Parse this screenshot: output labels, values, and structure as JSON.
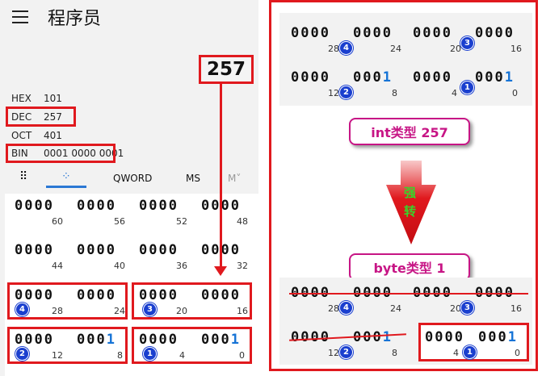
{
  "app": {
    "title": "程序员",
    "menu_icon": "hamburger-icon"
  },
  "display": {
    "value": "257"
  },
  "radix": [
    {
      "label": "HEX",
      "value": "101"
    },
    {
      "label": "DEC",
      "value": "257"
    },
    {
      "label": "OCT",
      "value": "401"
    },
    {
      "label": "BIN",
      "value": "0001 0000 0001"
    }
  ],
  "tabs": [
    {
      "icon": "keypad-icon"
    },
    {
      "icon": "bit-toggle-icon"
    },
    {
      "label": "QWORD"
    },
    {
      "label": "MS"
    },
    {
      "label": "M˅"
    }
  ],
  "bits": {
    "row1": {
      "nibbles": [
        "0000",
        "0000",
        "0000",
        "0000"
      ],
      "positions": [
        "60",
        "56",
        "52",
        "48"
      ]
    },
    "row2": {
      "nibbles": [
        "0000",
        "0000",
        "0000",
        "0000"
      ],
      "positions": [
        "44",
        "40",
        "36",
        "32"
      ]
    },
    "row3": {
      "nibbles": [
        "0000",
        "0000",
        "0000",
        "0000"
      ],
      "positions": [
        "28",
        "24",
        "20",
        "16"
      ]
    },
    "row4": {
      "nibbles": [
        "0000",
        "000",
        "0000",
        "000"
      ],
      "last_digits": [
        "1",
        "1"
      ],
      "positions": [
        "12",
        "8",
        "4",
        "0"
      ]
    }
  },
  "badges": [
    "1",
    "2",
    "3",
    "4"
  ],
  "right": {
    "int_label": "int类型 257",
    "cast_label_1": "强",
    "cast_label_2": "转",
    "byte_label": "byte类型 1"
  },
  "colors": {
    "highlight": "#e0191e",
    "accent": "#1573d6",
    "badge": "#1a3fcf",
    "pill": "#c71585"
  }
}
